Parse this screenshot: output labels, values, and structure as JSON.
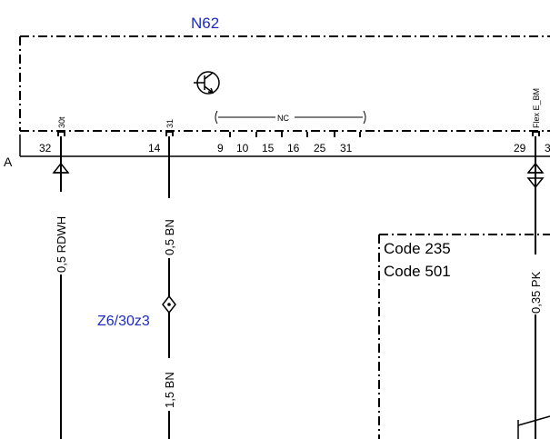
{
  "component": {
    "name": "N62",
    "connector_label": "A",
    "nc_label": "NC",
    "pin_functions": {
      "left": "30t",
      "mid": "31",
      "right": "Flex E_BM"
    },
    "pin_numbers": {
      "p32": "32",
      "p14": "14",
      "p29": "29",
      "p3_partial": "3"
    },
    "nc_pins": [
      "9",
      "10",
      "15",
      "16",
      "25",
      "31"
    ]
  },
  "wires": {
    "left": "0,5 RDWH",
    "mid_upper": "0,5 BN",
    "mid_lower": "1,5 BN",
    "right": "0,35 PK"
  },
  "splice": {
    "name": "Z6/30z3"
  },
  "option_box": {
    "line1": "Code 235",
    "line2": "Code 501"
  },
  "colors": {
    "line": "#000000",
    "component_name": "#1c2bc4"
  }
}
